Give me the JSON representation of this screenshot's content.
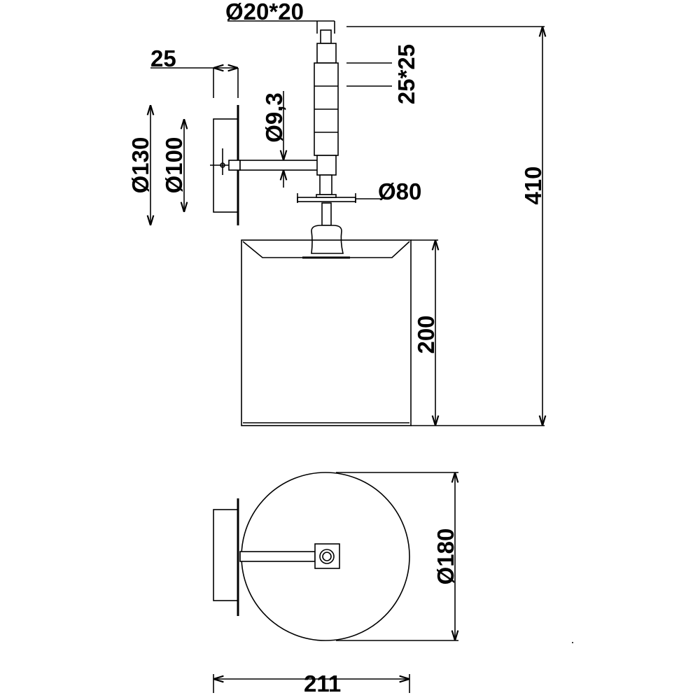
{
  "drawing": {
    "title": "Wall lamp dimension drawing",
    "line_color": "#000000",
    "background": "#ffffff",
    "dimensions": {
      "top_cap": "Ø20*20",
      "plate_depth": "25",
      "arm_diameter": "Ø9,3",
      "body_section": "25*25",
      "plate_outer": "Ø130",
      "plate_inner": "Ø100",
      "disk": "Ø80",
      "total_height": "410",
      "shade_height": "200",
      "shade_diameter": "Ø180",
      "projection": "211"
    }
  }
}
